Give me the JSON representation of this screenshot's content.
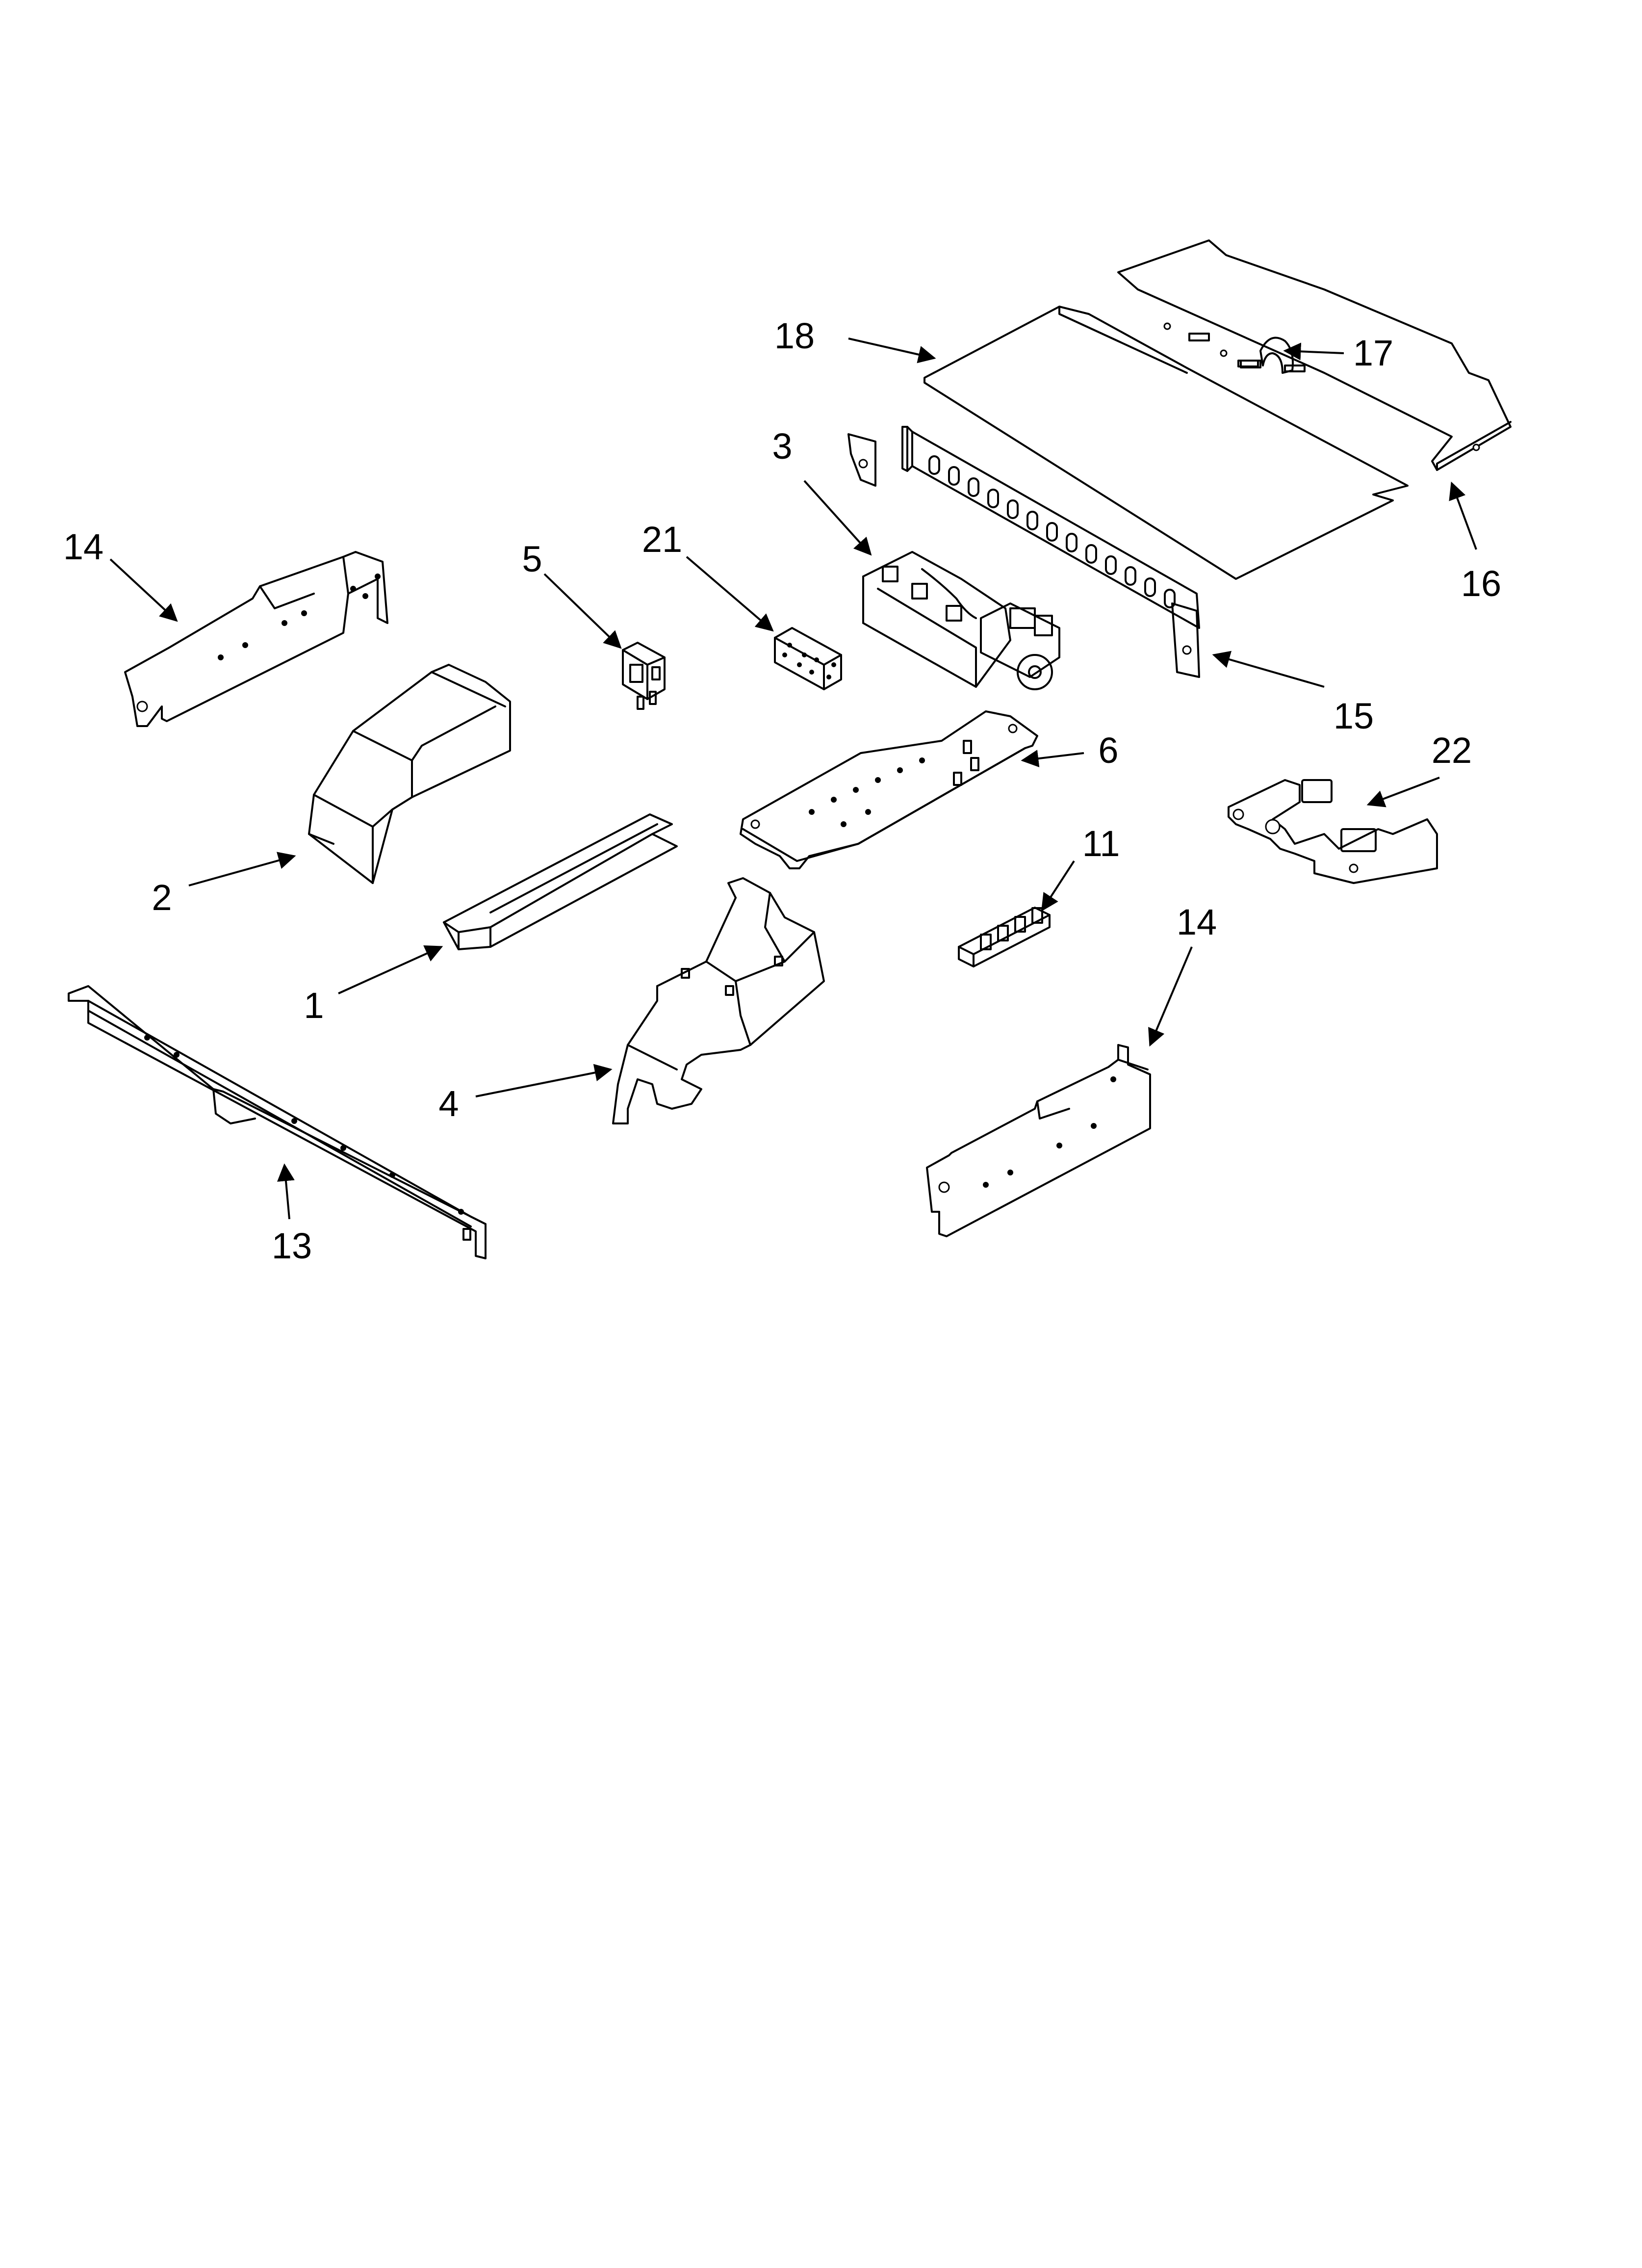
{
  "callouts": [
    {
      "id": "c1",
      "label": "1"
    },
    {
      "id": "c2",
      "label": "2"
    },
    {
      "id": "c3",
      "label": "3"
    },
    {
      "id": "c4",
      "label": "4"
    },
    {
      "id": "c5",
      "label": "5"
    },
    {
      "id": "c6",
      "label": "6"
    },
    {
      "id": "c11",
      "label": "11"
    },
    {
      "id": "c13",
      "label": "13"
    },
    {
      "id": "c14a",
      "label": "14"
    },
    {
      "id": "c14b",
      "label": "14"
    },
    {
      "id": "c15",
      "label": "15"
    },
    {
      "id": "c16",
      "label": "16"
    },
    {
      "id": "c17",
      "label": "17"
    },
    {
      "id": "c18",
      "label": "18"
    },
    {
      "id": "c21",
      "label": "21"
    },
    {
      "id": "c22",
      "label": "22"
    }
  ]
}
